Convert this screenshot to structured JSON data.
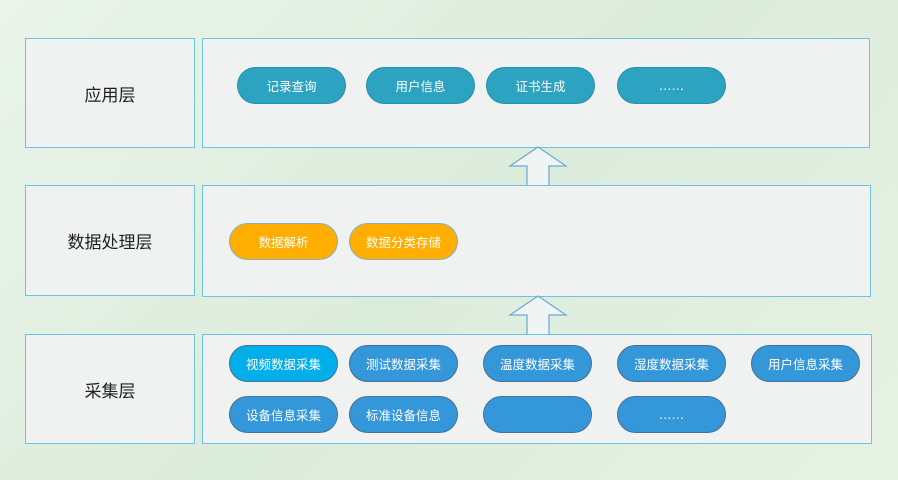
{
  "layers": [
    {
      "name": "应用层",
      "items": [
        "记录查询",
        "用户信息",
        "证书生成",
        "……"
      ]
    },
    {
      "name": "数据处理层",
      "items": [
        "数据解析",
        "数据分类存储"
      ]
    },
    {
      "name": "采集层",
      "items": [
        "视频数据采集",
        "测试数据采集",
        "温度数据采集",
        "湿度数据采集",
        "用户信息采集",
        "设备信息采集",
        "标准设备信息",
        "",
        "……"
      ]
    }
  ],
  "colors": {
    "app": "#2ca3c1",
    "processing": "#ffae00",
    "collection": "#3497d9",
    "highlight": "#00aeea"
  }
}
